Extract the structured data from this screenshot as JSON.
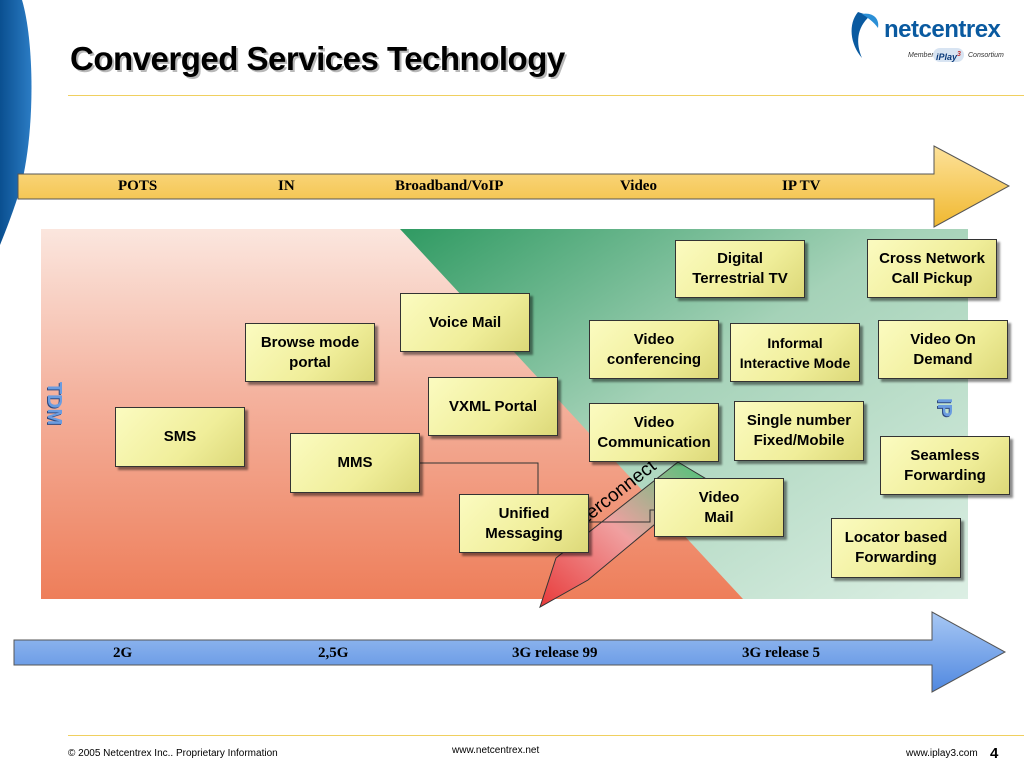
{
  "slide": {
    "title": "Converged Services Technology",
    "page_number": "4"
  },
  "logo": {
    "brand": "netcentrex",
    "member_text": "Member",
    "iplay_text": "iPlay",
    "iplay_sup": "3",
    "consortium_text": "Consortium"
  },
  "top_arrow": {
    "labels": [
      "POTS",
      "IN",
      "Broadband/VoIP",
      "Video",
      "IP TV"
    ]
  },
  "bottom_arrow": {
    "labels": [
      "2G",
      "2,5G",
      "3G release 99",
      "3G release 5"
    ]
  },
  "regions": {
    "tdm_label": "TDM",
    "ip_label": "IP",
    "interconnect_label": "Interconnect"
  },
  "services": [
    {
      "name": "Digital\nTerrestrial TV"
    },
    {
      "name": "Cross Network\nCall Pickup"
    },
    {
      "name": "Voice Mail"
    },
    {
      "name": "Browse mode\nportal"
    },
    {
      "name": "Video\nconferencing"
    },
    {
      "name": "Informal\nInteractive Mode"
    },
    {
      "name": "Video On\nDemand"
    },
    {
      "name": "VXML Portal"
    },
    {
      "name": "SMS"
    },
    {
      "name": "Video\nCommunication"
    },
    {
      "name": "Single number\nFixed/Mobile"
    },
    {
      "name": "MMS"
    },
    {
      "name": "Seamless\nForwarding"
    },
    {
      "name": "Video\nMail"
    },
    {
      "name": "Unified\nMessaging"
    },
    {
      "name": "Locator based\nForwarding"
    }
  ],
  "footer": {
    "copyright": "© 2005 Netcentrex Inc.. Proprietary Information",
    "website_center": "www.netcentrex.net",
    "website_right": "www.iplay3.com"
  },
  "colors": {
    "top_arrow": "#f5c550",
    "bottom_arrow": "#6f9fe6",
    "ip_region": "#3a9a6a",
    "tdm_region": "#ee7e5a",
    "box_fill": "#f4f2a8",
    "brand_blue": "#0a5aa0"
  }
}
